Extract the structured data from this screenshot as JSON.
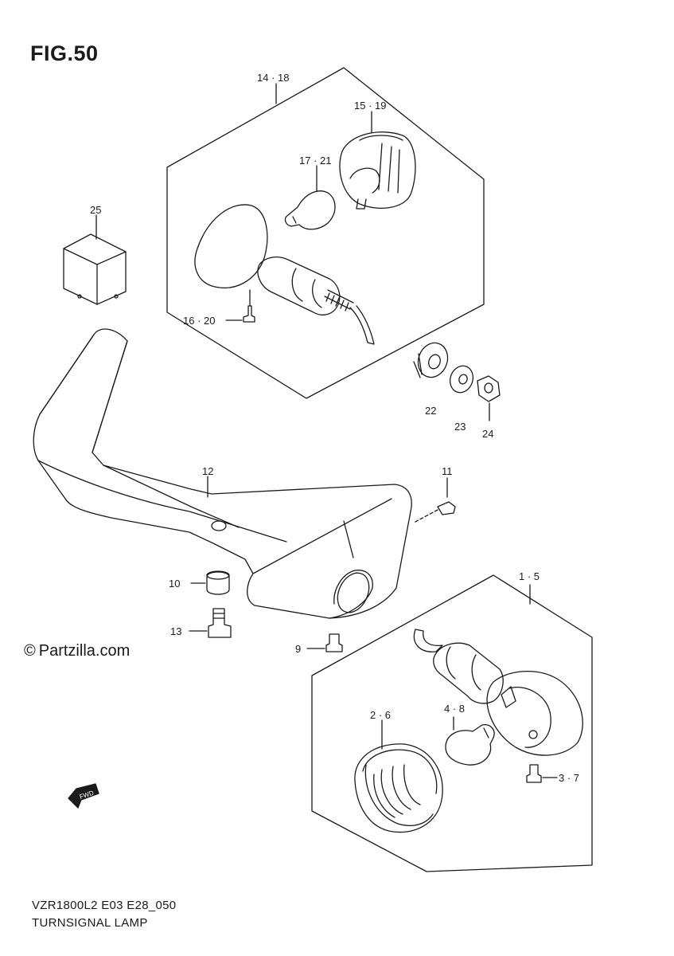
{
  "figure": {
    "title": "FIG.50",
    "copyright_symbol": "©",
    "copyright_text": "Partzilla.com",
    "model_code": "VZR1800L2 E03 E28_050",
    "assembly_name": "TURNSIGNAL LAMP",
    "direction_marker": "FWD"
  },
  "callouts": {
    "c14_18": "14 · 18",
    "c15_19": "15 · 19",
    "c17_21": "17 · 21",
    "c16_20": "16 · 20",
    "c25": "25",
    "c22": "22",
    "c23": "23",
    "c24": "24",
    "c12": "12",
    "c11": "11",
    "c10": "10",
    "c13": "13",
    "c9": "9",
    "c1_5": "1 · 5",
    "c4_8": "4 · 8",
    "c2_6": "2 · 6",
    "c3_7": "3 · 7"
  },
  "colors": {
    "line": "#1a1a1a",
    "background": "#ffffff"
  }
}
